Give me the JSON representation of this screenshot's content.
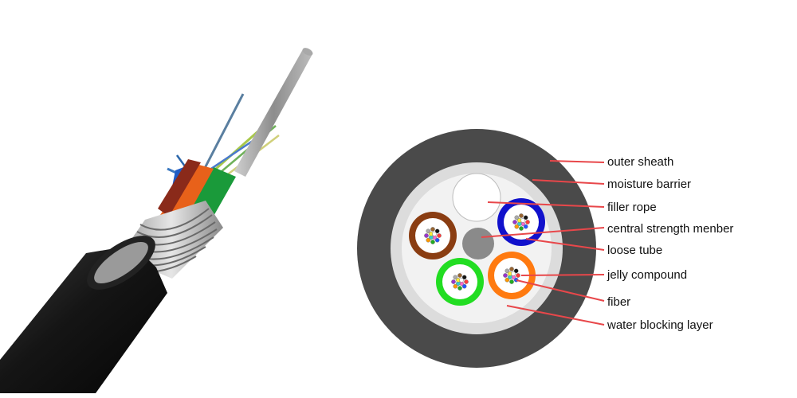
{
  "labels": {
    "outer_sheath": "outer sheath",
    "moisture_barrier": "moisture barrier",
    "filler_rope": "filler rope",
    "central_strength_member": "central strength menber",
    "loose_tube": "loose tube",
    "jelly_compound": "jelly compound",
    "fiber": "fiber",
    "water_blocking_layer": "water blocking layer"
  },
  "colors": {
    "outer_sheath": "#4a4a4a",
    "moisture_barrier": "#dcdcdc",
    "core_fill": "#f2f2f2",
    "central_member": "#8a8a8a",
    "leader_line": "#e8474a",
    "tube_blue": "#1111cc",
    "tube_brown": "#8a3d12",
    "tube_green": "#22dd22",
    "tube_orange": "#ff7a10"
  },
  "fiber_colors": [
    "#ff3b3b",
    "#2255ff",
    "#22aa22",
    "#ff9900",
    "#9933cc",
    "#aaaaaa",
    "#996633",
    "#111111",
    "#ff66cc",
    "#33cccc",
    "#ffee33",
    "#ffffff"
  ]
}
